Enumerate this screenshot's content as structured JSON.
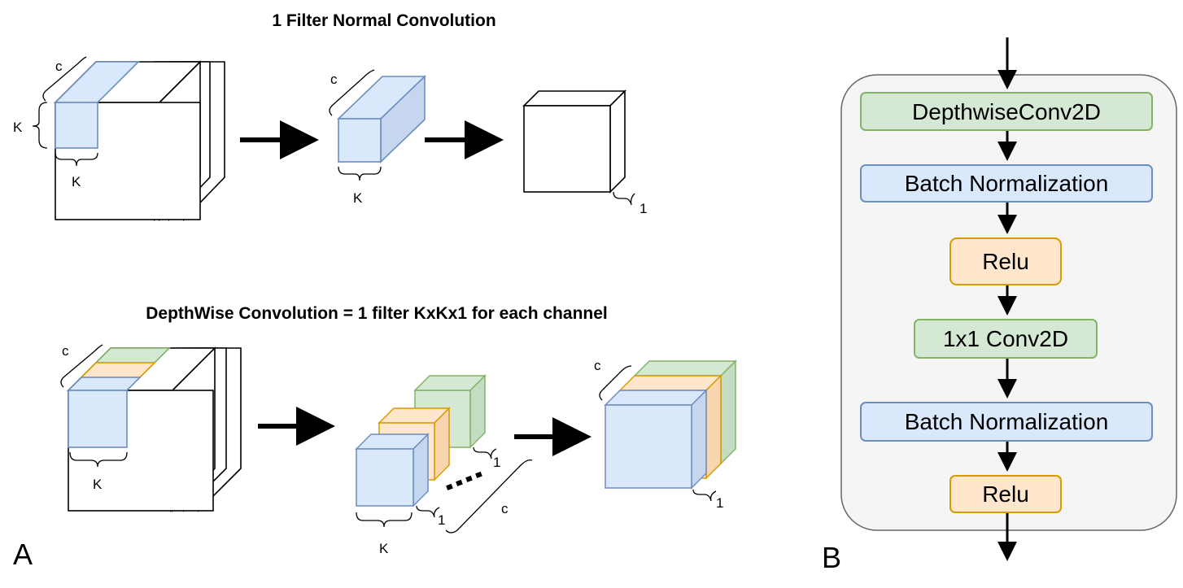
{
  "panel_a": {
    "label": "A",
    "normal_conv": {
      "title": "1 Filter Normal Convolution",
      "dims": {
        "c1": "c",
        "k1": "K",
        "k2": "K",
        "c2": "c",
        "k3": "K",
        "one": "1"
      }
    },
    "depthwise_conv": {
      "title": "DepthWise Convolution = 1 filter KxKx1 for each channel",
      "dims": {
        "c1": "c",
        "k1": "K",
        "one_a": "1",
        "one_b": "1",
        "c_count": "c",
        "k2": "K",
        "c2": "c",
        "one_c": "1"
      }
    }
  },
  "panel_b": {
    "label": "B",
    "blocks": [
      {
        "label": "DepthwiseConv2D",
        "kind": "conv"
      },
      {
        "label": "Batch Normalization",
        "kind": "bn"
      },
      {
        "label": "Relu",
        "kind": "relu"
      },
      {
        "label": "1x1 Conv2D",
        "kind": "conv"
      },
      {
        "label": "Batch Normalization",
        "kind": "bn"
      },
      {
        "label": "Relu",
        "kind": "relu"
      }
    ]
  },
  "colors": {
    "blue_fill": "#dae8fc",
    "blue_stroke": "#6c8ebf",
    "green_fill": "#d5e8d4",
    "green_stroke": "#82b366",
    "orange_fill": "#ffe6cc",
    "orange_stroke": "#d79b00",
    "container_fill": "#f5f5f5",
    "container_stroke": "#666666"
  }
}
